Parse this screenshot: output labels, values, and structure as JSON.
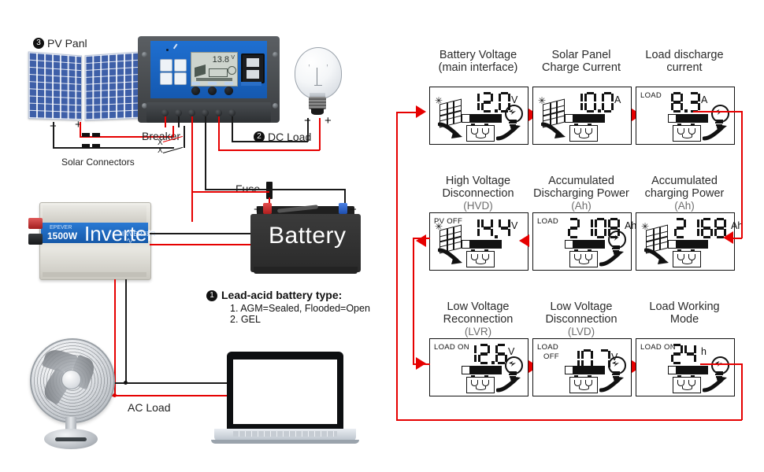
{
  "wiring_diagram": {
    "pv_panel": {
      "badge": "3",
      "label": "PV Panl",
      "minus": "−",
      "plus": "+"
    },
    "solar_connectors_label": "Solar Connectors",
    "breaker_label": "Breaker",
    "breaker_mark": "X",
    "controller": {
      "lcd_value": "13.8",
      "lcd_unit": "V"
    },
    "dc_load": {
      "badge": "2",
      "label": "DC Load",
      "minus": "−",
      "plus": "+"
    },
    "fuse_label": "Fuse",
    "battery": {
      "label": "Battery",
      "plus": "+",
      "minus": "−"
    },
    "inverter": {
      "power": "1500W",
      "label": "Inverter",
      "sub": "INVERTER"
    },
    "ac_load_label": "AC Load",
    "note": {
      "badge": "1",
      "title": "Lead-acid battery type:",
      "lines": [
        "1. AGM=Sealed, Flooded=Open",
        "2. GEL"
      ]
    }
  },
  "lcd_screens": [
    {
      "caption_line1": "Battery Voltage",
      "caption_line2": "(main interface)",
      "caption_line3": "",
      "tag": "",
      "tag2": "",
      "value": "12.0",
      "unit": "V",
      "bars_on": 1,
      "bars_total": 5,
      "show_pv": true,
      "show_bulb": true,
      "show_left_arrow": true,
      "show_right_arrow": true
    },
    {
      "caption_line1": "Solar Panel",
      "caption_line2": "Charge Current",
      "caption_line3": "",
      "tag": "",
      "tag2": "",
      "value": "10.0",
      "unit": "A",
      "bars_on": 1,
      "bars_total": 5,
      "show_pv": true,
      "show_bulb": false,
      "show_left_arrow": true,
      "show_right_arrow": false
    },
    {
      "caption_line1": "Load discharge",
      "caption_line2": "current",
      "caption_line3": "",
      "tag": "LOAD",
      "tag2": "",
      "value": "8.3",
      "unit": "A",
      "bars_on": 1,
      "bars_total": 5,
      "show_pv": false,
      "show_bulb": true,
      "show_left_arrow": false,
      "show_right_arrow": false
    },
    {
      "caption_line1": "High Voltage",
      "caption_line2": "Disconnection",
      "caption_line3": "(HVD)",
      "tag": "PV OFF",
      "tag2": "",
      "value": "14.4",
      "unit": "V",
      "bars_on": 1,
      "bars_total": 5,
      "show_pv": true,
      "show_bulb": false,
      "show_left_arrow": false,
      "show_right_arrow": false
    },
    {
      "caption_line1": "Accumulated",
      "caption_line2": "Discharging Power",
      "caption_line3": "(Ah)",
      "tag": "LOAD",
      "tag2": "",
      "value": "2108",
      "unit": "Ah",
      "bars_on": 1,
      "bars_total": 5,
      "show_pv": false,
      "show_bulb": true,
      "show_left_arrow": false,
      "show_right_arrow": false
    },
    {
      "caption_line1": "Accumulated",
      "caption_line2": "charging Power",
      "caption_line3": "(Ah)",
      "tag": "",
      "tag2": "",
      "value": "2168",
      "unit": "Ah",
      "bars_on": 1,
      "bars_total": 5,
      "show_pv": true,
      "show_bulb": false,
      "show_left_arrow": false,
      "show_right_arrow": false
    },
    {
      "caption_line1": "Low Voltage",
      "caption_line2": "Reconnection",
      "caption_line3": "(LVR)",
      "tag": "LOAD ON",
      "tag2": "",
      "value": "12.6",
      "unit": "V",
      "bars_on": 1,
      "bars_total": 5,
      "show_pv": false,
      "show_bulb": true,
      "show_left_arrow": false,
      "show_right_arrow": false
    },
    {
      "caption_line1": "Low Voltage",
      "caption_line2": "Disconnection",
      "caption_line3": "(LVD)",
      "tag": "LOAD",
      "tag2": "OFF",
      "value": "10.7",
      "unit": "V",
      "bars_on": 1,
      "bars_total": 5,
      "show_pv": false,
      "show_bulb": true,
      "show_left_arrow": false,
      "show_right_arrow": false
    },
    {
      "caption_line1": "Load Working",
      "caption_line2": "Mode",
      "caption_line3": "",
      "tag": "LOAD ON",
      "tag2": "",
      "value": "24",
      "unit": "h",
      "bars_on": 1,
      "bars_total": 5,
      "show_pv": false,
      "show_bulb": true,
      "show_left_arrow": false,
      "show_right_arrow": false
    }
  ],
  "colors": {
    "positive_wire": "#e60000",
    "negative_wire": "#1a1a1a",
    "accent_blue": "#1f6fd0",
    "pv_blue": "#3e5fa8"
  }
}
